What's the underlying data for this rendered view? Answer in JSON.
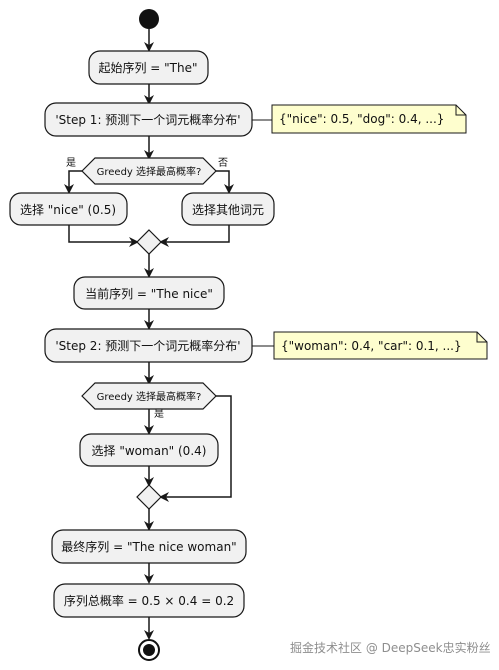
{
  "colors": {
    "node_fill": "#f1f1f1",
    "node_stroke": "#181818",
    "line": "#181818",
    "note_fill": "#fefece",
    "note_stroke": "#181818",
    "watermark": "#8e8e8e",
    "background": "#ffffff"
  },
  "diagram": {
    "start": "",
    "step_init": "起始序列 = \"The\"",
    "step1_predict": "'Step 1: 预测下一个词元概率分布'",
    "note1": "{\"nice\": 0.5, \"dog\": 0.4, ...}",
    "decision1": "Greedy 选择最高概率?",
    "decision1_yes": "是",
    "decision1_no": "否",
    "choose_nice": "选择 \"nice\" (0.5)",
    "choose_other": "选择其他词元",
    "current_seq": "当前序列 = \"The nice\"",
    "step2_predict": "'Step 2: 预测下一个词元概率分布'",
    "note2": "{\"woman\": 0.4, \"car\": 0.1, ...}",
    "decision2": "Greedy 选择最高概率?",
    "decision2_yes": "是",
    "choose_woman": "选择 \"woman\" (0.4)",
    "final_seq": "最终序列 = \"The nice woman\"",
    "total_prob": "序列总概率 = 0.5 × 0.4 = 0.2",
    "end": ""
  },
  "watermark": "掘金技术社区 @ DeepSeek忠实粉丝"
}
